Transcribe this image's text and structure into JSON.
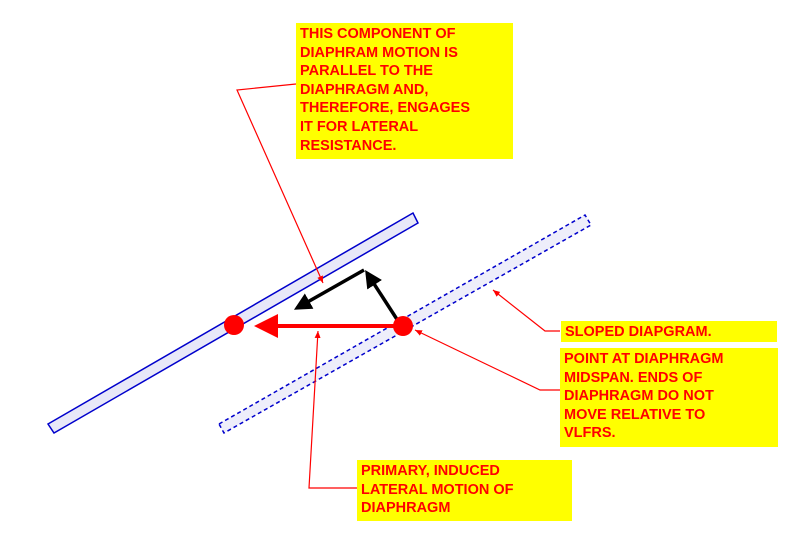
{
  "callouts": {
    "parallel_component": "THIS COMPONENT OF\nDIAPHRAM MOTION IS\nPARALLEL TO THE\nDIAPHRAGM AND,\nTHEREFORE, ENGAGES\nIT FOR LATERAL\nRESISTANCE.",
    "sloped_diaphragm": "SLOPED DIAPGRAM.",
    "midspan_point": "POINT AT DIAPHRAGM\nMIDSPAN.  ENDS OF\nDIAPHRAGM DO NOT\nMOVE RELATIVE TO\nVLFRS.",
    "primary_motion": "PRIMARY, INDUCED\nLATERAL MOTION OF\nDIAPHRAGM"
  },
  "colors": {
    "callout_fill": "#ffff00",
    "callout_text": "#ff0000",
    "diaphragm_outline": "#0000cc",
    "diaphragm_fill": "#e8e8f8",
    "motion_arrow": "#ff0000",
    "component_arrow": "#000000",
    "leader_line": "#ff0000"
  }
}
